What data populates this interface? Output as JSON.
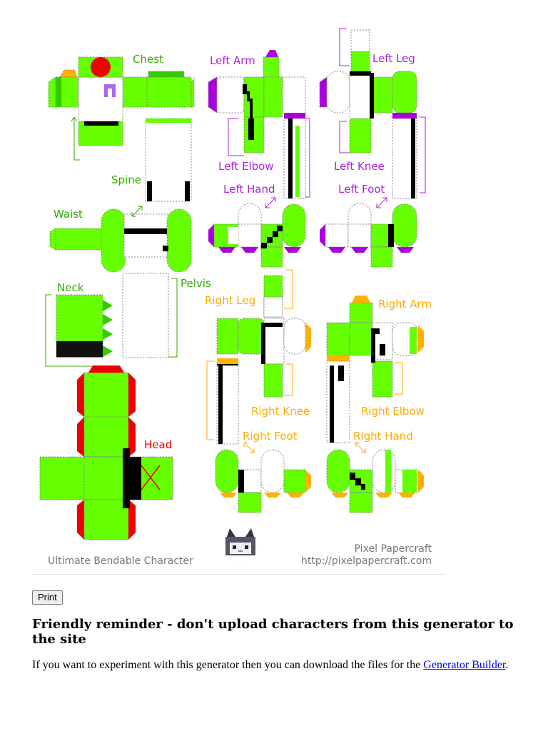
{
  "colors": {
    "green": "#66ff00",
    "purple": "#aa00dd",
    "orange": "#ffb000",
    "red": "#ee0000",
    "black": "#000000",
    "labelGreen": "#33aa00",
    "labelPurple": "#aa22dd",
    "labelOrange": "#ffaa00",
    "labelRed": "#ee0000",
    "link": "#0000ee"
  },
  "sheet": {
    "labels": {
      "chest": "Chest",
      "spine": "Spine",
      "waist": "Waist",
      "neck": "Neck",
      "pelvis": "Pelvis",
      "head": "Head",
      "left_arm": "Left Arm",
      "left_elbow": "Left Elbow",
      "left_hand": "Left Hand",
      "left_leg": "Left Leg",
      "left_knee": "Left Knee",
      "left_foot": "Left Foot",
      "right_leg": "Right Leg",
      "right_knee": "Right Knee",
      "right_foot": "Right Foot",
      "right_arm": "Right Arm",
      "right_elbow": "Right Elbow",
      "right_hand": "Right Hand"
    },
    "footer_title": "Ultimate Bendable Character",
    "brand_name": "Pixel Papercraft",
    "brand_url": "http://pixelpapercraft.com",
    "logo_icon": "pixel-character-face-icon"
  },
  "controls": {
    "print_label": "Print"
  },
  "notice": {
    "heading": "Friendly reminder - don't upload characters from this generator to the site",
    "text_before": "If you want to experiment with this generator then you can download the files for the ",
    "link_label": "Generator Builder",
    "text_after": "."
  }
}
